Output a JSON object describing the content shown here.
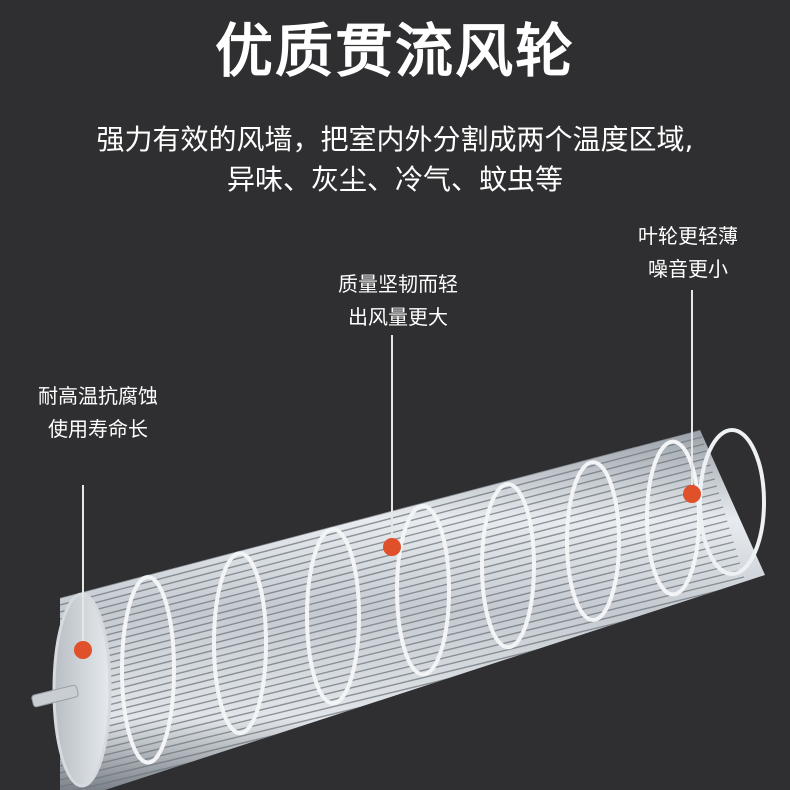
{
  "header": {
    "title": "优质贯流风轮",
    "subtitle_line1": "强力有效的风墙，把室内外分割成两个温度区域,",
    "subtitle_line2": "异味、灰尘、冷气、蚊虫等"
  },
  "callouts": {
    "left": {
      "line1": "耐高温抗腐蚀",
      "line2": "使用寿命长"
    },
    "middle": {
      "line1": "质量坚韧而轻",
      "line2": "出风量更大"
    },
    "right": {
      "line1": "叶轮更轻薄",
      "line2": "噪音更小"
    }
  },
  "colors": {
    "background": "#2f2f31",
    "text": "#ffffff",
    "marker": "#e0502a",
    "metal_light": "#e4e8ec",
    "metal_dark": "#8d949c"
  }
}
